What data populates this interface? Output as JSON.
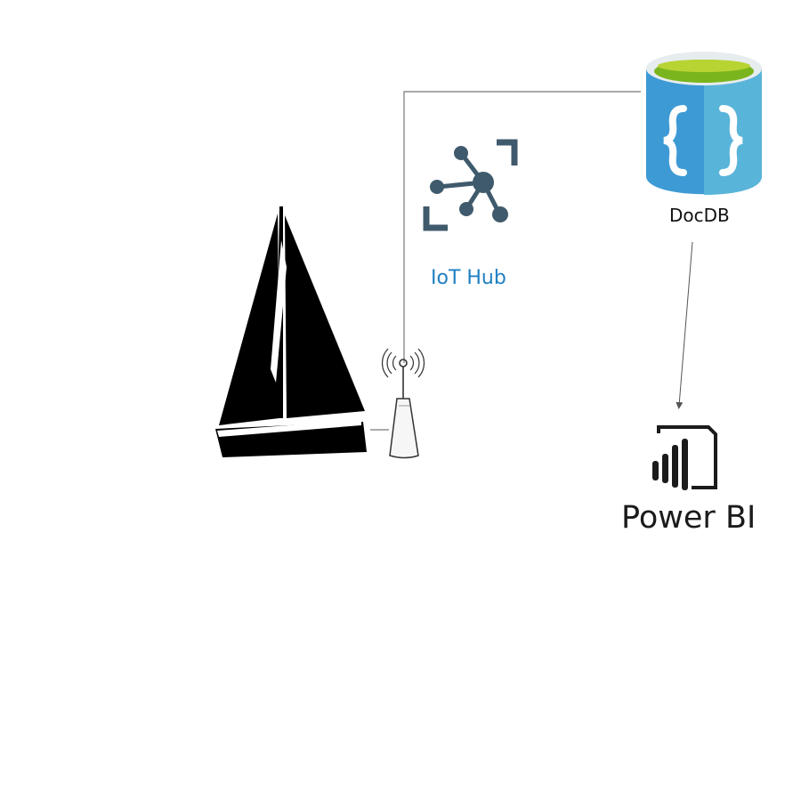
{
  "diagram": {
    "nodes": {
      "sailboat": {
        "icon": "sailboat-icon"
      },
      "gateway": {
        "icon": "antenna-gateway-icon"
      },
      "iot_hub": {
        "label": "IoT Hub",
        "icon": "iot-hub-icon",
        "color": "#3F5A6C",
        "label_color": "#1E7FC3"
      },
      "docdb": {
        "label": "DocDB",
        "icon": "database-icon",
        "colors": {
          "body": "#3D9AD4",
          "top": "#7AB51D"
        }
      },
      "power_bi": {
        "label": "Power BI",
        "icon": "power-bi-icon",
        "color": "#1B1B1B"
      }
    },
    "edges": [
      {
        "from": "sailboat",
        "to": "gateway"
      },
      {
        "from": "gateway",
        "to": "docdb"
      },
      {
        "from": "docdb",
        "to": "power_bi",
        "arrow": true
      }
    ]
  }
}
